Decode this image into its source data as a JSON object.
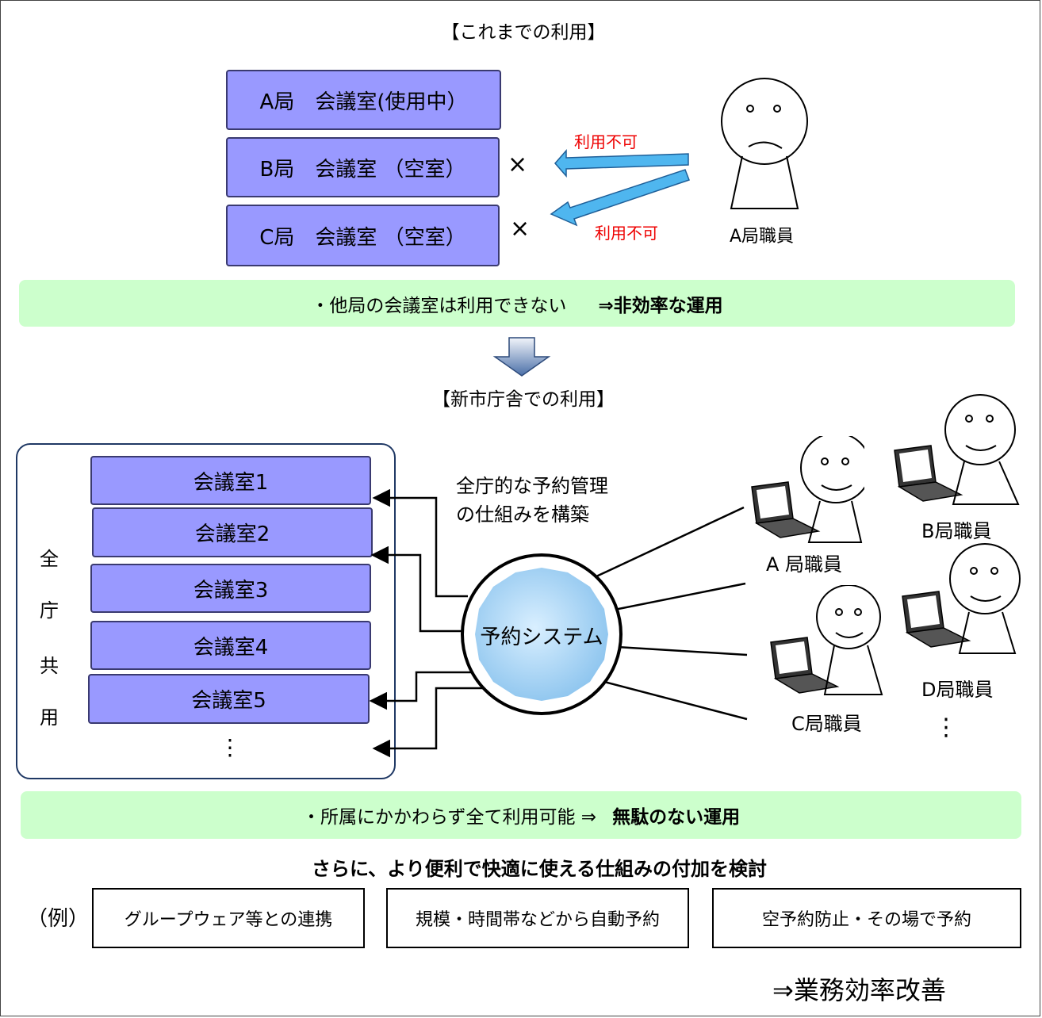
{
  "before": {
    "heading": "【これまでの利用】",
    "rooms": [
      "A局　会議室(使用中）",
      "B局　会議室 （空室）",
      "C局　会議室 （空室）"
    ],
    "blocked_label": "利用不可",
    "cross_mark": "×",
    "staff_label": "A局職員",
    "summary_text": "・他局の会議室は利用できない",
    "summary_result": "⇒非効率な運用"
  },
  "after": {
    "heading": "【新市庁舎での利用】",
    "common_label": [
      "全",
      "庁",
      "共",
      "用"
    ],
    "rooms": [
      "会議室1",
      "会議室2",
      "会議室3",
      "会議室4",
      "会議室5"
    ],
    "rooms_more": "⋮",
    "system_label": "予約システム",
    "system_caption": [
      "全庁的な予約管理",
      "の仕組みを構築"
    ],
    "staff": [
      "A 局職員",
      "B局職員",
      "C局職員",
      "D局職員"
    ],
    "staff_more": "⋮",
    "summary_text": "・所属にかかわらず全て利用可能 ⇒",
    "summary_result": "無駄のない運用"
  },
  "further": {
    "heading": "さらに、より便利で快適に使える仕組みの付加を検討",
    "example_label": "（例）",
    "examples": [
      "グループウェア等との連携",
      "規模・時間帯などから自動予約",
      "空予約防止・その場で予約"
    ],
    "conclusion": "⇒業務効率改善"
  },
  "colors": {
    "room_fill": "#9999ff",
    "band_fill": "#ccffcc",
    "arrow_fill": "#4fb6ef",
    "blocked_text": "#ee0000",
    "globe_center": "#d9efff",
    "globe_edge": "#8cc4ee",
    "down_arrow": "#4a6fa8"
  },
  "icons": [
    "face-icon",
    "laptop-icon",
    "down-arrow-icon",
    "globe-icon"
  ]
}
